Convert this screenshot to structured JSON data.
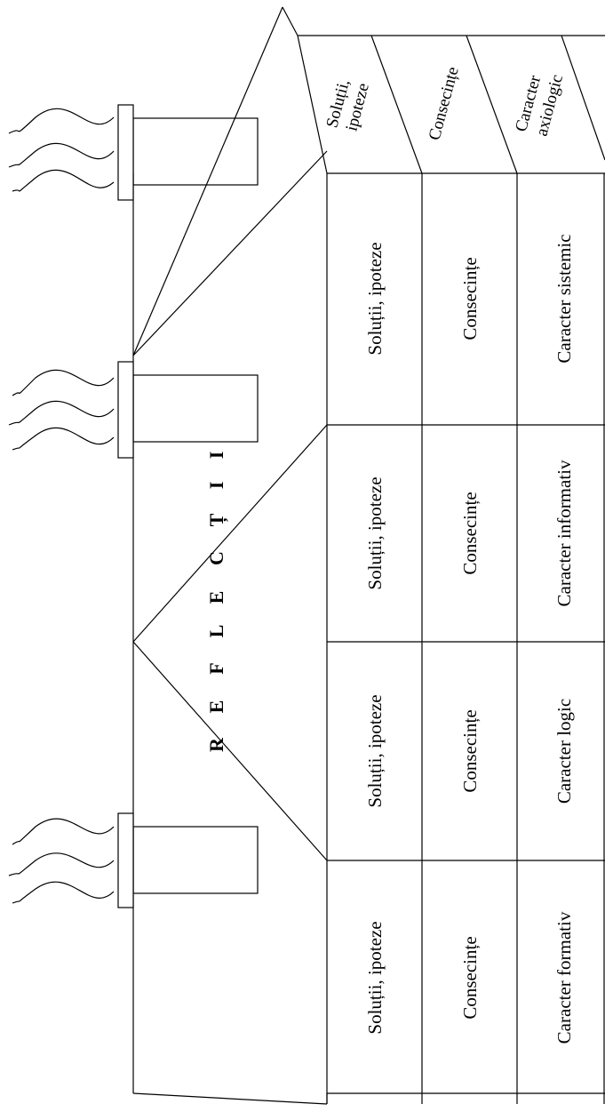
{
  "columns": [
    {
      "solutions": "Soluții, ipoteze",
      "consequences": "Consecințe",
      "character": "Caracter formativ"
    },
    {
      "solutions": "Soluții, ipoteze",
      "consequences": "Consecințe",
      "character": "Caracter logic"
    },
    {
      "solutions": "Soluții, ipoteze",
      "consequences": "Consecințe",
      "character": "Caracter informativ"
    },
    {
      "solutions": "Soluții, ipoteze",
      "consequences": "Consecințe",
      "character": "Caracter sistemic"
    }
  ],
  "roof_header": {
    "solutions_line1": "Soluții,",
    "solutions_line2": "ipoteze",
    "consequences": "Consecințe",
    "character_line1": "Caracter",
    "character_line2": "axiologic"
  },
  "reflection_letters": [
    "R",
    "E",
    "F",
    "L",
    "E",
    "C",
    "Ț",
    "I",
    "I"
  ],
  "chimney_icon": "chimney-with-smoke-icon"
}
